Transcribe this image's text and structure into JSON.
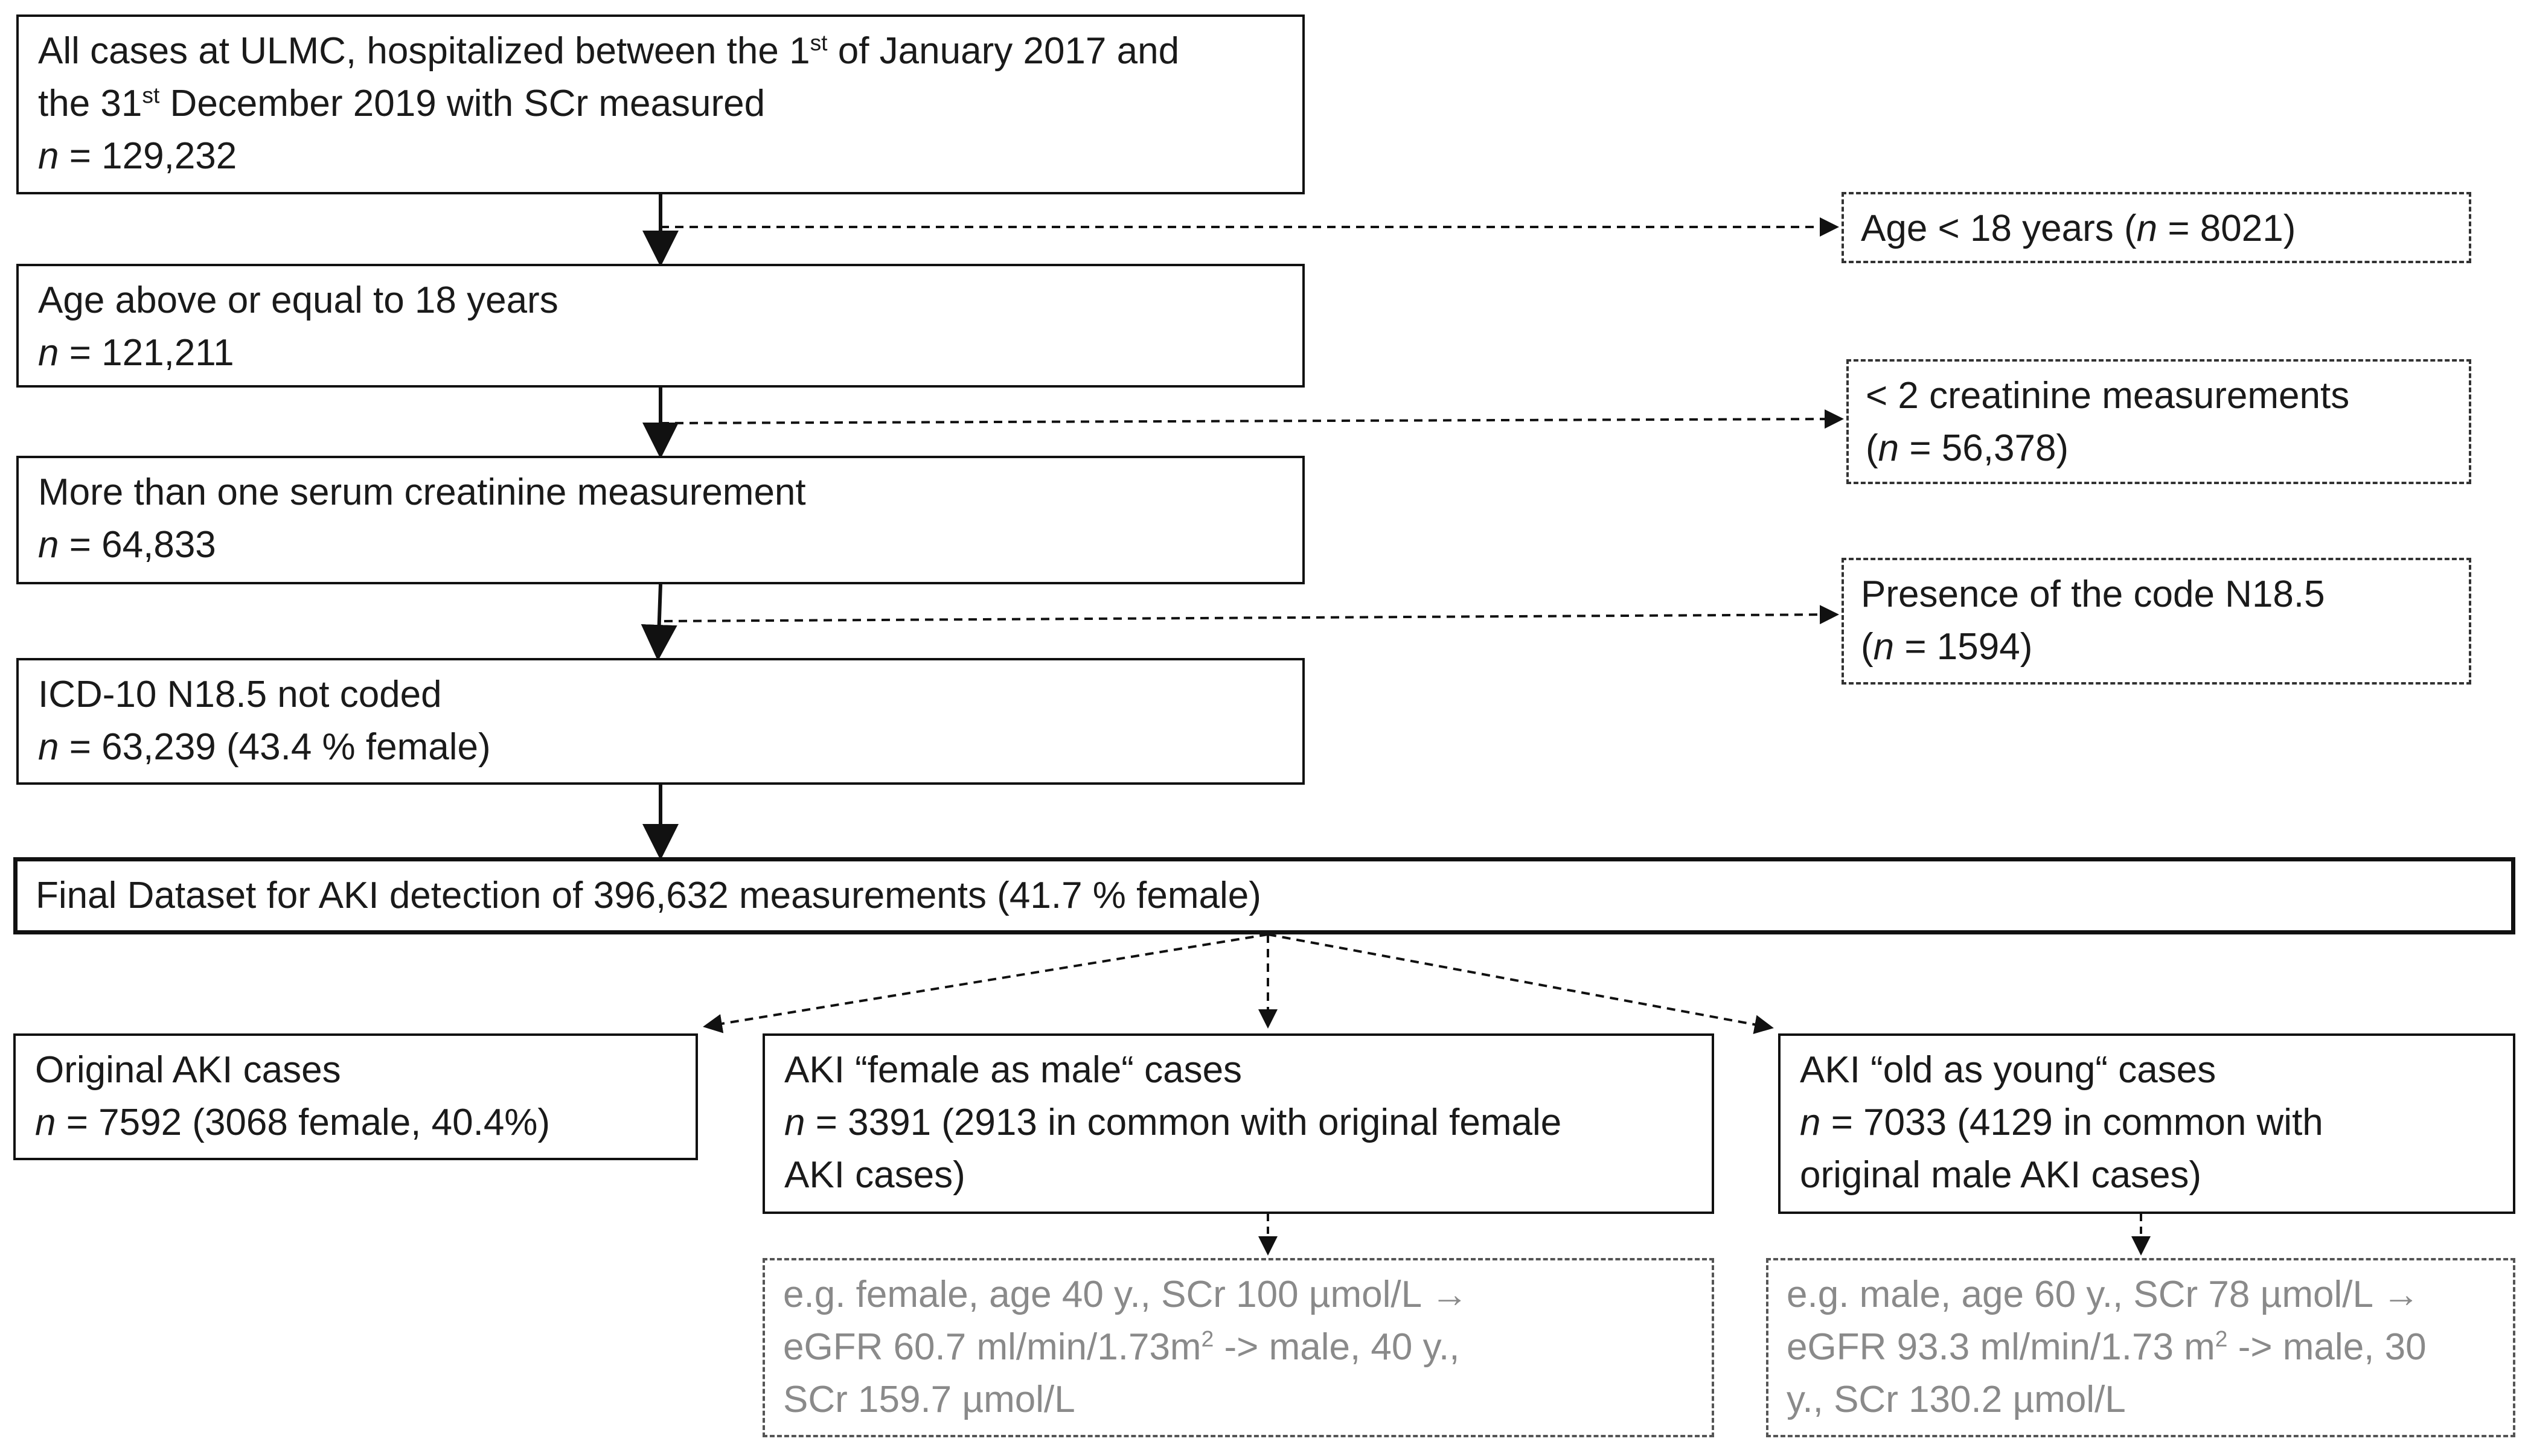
{
  "flowchart": {
    "main_boxes": [
      {
        "id": "all-cases",
        "lines": [
          {
            "pre": "All cases at ULMC, hospitalized between the 1",
            "sup": "st",
            "post": " of January 2017 and"
          },
          {
            "pre": "the 31",
            "sup": "st",
            "post": " December 2019 with SCr measured"
          },
          {
            "n_label": "n",
            "text": " = 129,232"
          }
        ]
      },
      {
        "id": "age-18",
        "lines": [
          {
            "pre": "Age above or equal to 18 years"
          },
          {
            "n_label": "n",
            "text": " = 121,211"
          }
        ]
      },
      {
        "id": "more-than-one",
        "lines": [
          {
            "pre": "More than one serum creatinine measurement"
          },
          {
            "n_label": "n",
            "text": " = 64,833"
          }
        ]
      },
      {
        "id": "not-coded",
        "lines": [
          {
            "pre": "ICD-10 N18.5 not coded"
          },
          {
            "n_label": "n",
            "text": " = 63,239 (43.4 % female)"
          }
        ]
      }
    ],
    "exclusions": [
      {
        "line1_pre": "Age < 18 years (",
        "n_label": "n",
        "line1_post": " = 8021)"
      },
      {
        "line1": "< 2 creatinine measurements",
        "line2_pre": "(",
        "n_label": "n",
        "line2_post": " = 56,378)"
      },
      {
        "line1": "Presence of the code N18.5",
        "line2_pre": "(",
        "n_label": "n",
        "line2_post": " = 1594)"
      }
    ],
    "final_dataset": "Final Dataset for AKI detection of 396,632 measurements  (41.7 % female)",
    "outcomes": [
      {
        "title": "Original AKI cases",
        "n_label": "n",
        "line2": " = 7592 (3068 female,  40.4%)"
      },
      {
        "title": "AKI “female as male“ cases",
        "n_label": "n",
        "line2": " = 3391 (2913 in common with original female",
        "line3": "AKI cases)"
      },
      {
        "title": "AKI “old as young“ cases",
        "n_label": "n",
        "line2": " = 7033 (4129 in common with",
        "line3": "original male AKI cases)"
      }
    ],
    "examples": [
      {
        "line1": "e.g. female,  age 40 y., SCr 100 µmol/L →",
        "line2_pre": "eGFR 60.7 ml/min/1.73m",
        "sup": "2",
        "line2_post": " -> male, 40 y.,",
        "line3": "SCr 159.7 µmol/L"
      },
      {
        "line1": "e.g. male, age 60 y., SCr 78 µmol/L →",
        "line2_pre": "eGFR 93.3 ml/min/1.73 m",
        "sup": "2",
        "line2_post": " -> male, 30",
        "line3": "y., SCr 130.2 µmol/L"
      }
    ]
  }
}
